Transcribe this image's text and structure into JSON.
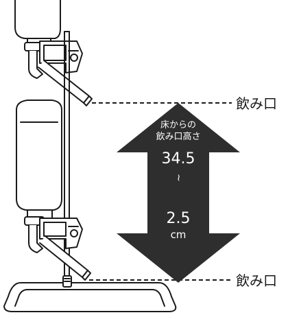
{
  "labels": {
    "upper_spout": "飲み口",
    "lower_spout": "飲み口"
  },
  "arrow": {
    "caption_line1": "床からの",
    "caption_line2": "飲み口高さ",
    "max_value": "34.5",
    "range_sep": "~",
    "min_value": "2.5",
    "unit": "cm"
  },
  "colors": {
    "line": "#1a1a1a",
    "arrow_fill": "#2e2e2e",
    "arrow_text": "#ffffff",
    "background": "#ffffff"
  }
}
